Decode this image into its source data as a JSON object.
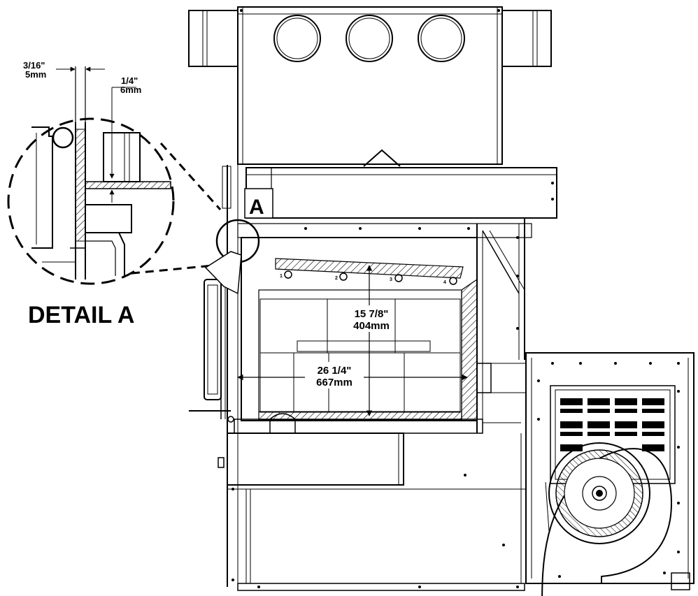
{
  "detail": {
    "title": "DETAIL A",
    "gap_dim_imperial": "3/16\"",
    "gap_dim_metric": "5mm",
    "height_dim_imperial": "1/4\"",
    "height_dim_metric": "6mm"
  },
  "callout": {
    "letter": "A"
  },
  "firebox": {
    "height_imperial": "15 7/8\"",
    "height_metric": "404mm",
    "width_imperial": "26 1/4\"",
    "width_metric": "667mm"
  },
  "burner_ports": [
    "1",
    "2",
    "3",
    "4"
  ]
}
